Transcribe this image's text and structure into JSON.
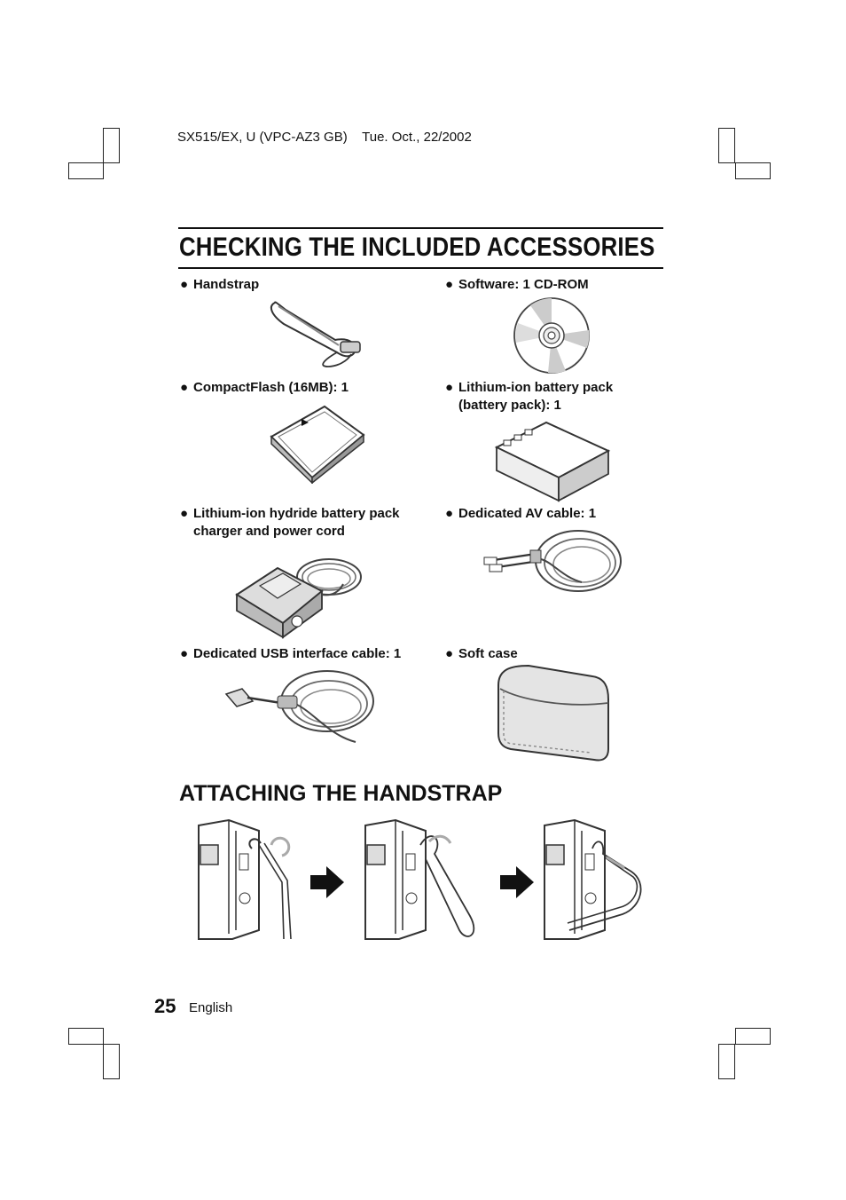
{
  "header": {
    "doc_id": "SX515/EX, U (VPC-AZ3 GB)",
    "date": "Tue. Oct., 22/2002"
  },
  "section1": {
    "title": "CHECKING THE INCLUDED ACCESSORIES",
    "bullet": "●",
    "items": [
      {
        "label": "Handstrap",
        "icon": "handstrap-icon"
      },
      {
        "label": "Software: 1 CD-ROM",
        "icon": "cd-rom-icon"
      },
      {
        "label": "CompactFlash (16MB): 1",
        "icon": "compactflash-card-icon"
      },
      {
        "label": "Lithium-ion battery pack\n(battery pack): 1",
        "icon": "battery-pack-icon"
      },
      {
        "label": "Lithium-ion hydride battery pack\ncharger and power cord",
        "icon": "battery-charger-icon"
      },
      {
        "label": "Dedicated AV cable: 1",
        "icon": "av-cable-icon"
      },
      {
        "label": "Dedicated USB interface cable: 1",
        "icon": "usb-cable-icon"
      },
      {
        "label": "Soft case",
        "icon": "soft-case-icon"
      }
    ]
  },
  "section2": {
    "title": "ATTACHING THE HANDSTRAP",
    "steps": [
      "step-1-thread-loop",
      "step-2-pull-through",
      "step-3-tighten"
    ]
  },
  "footer": {
    "page_number": "25",
    "language": "English"
  }
}
